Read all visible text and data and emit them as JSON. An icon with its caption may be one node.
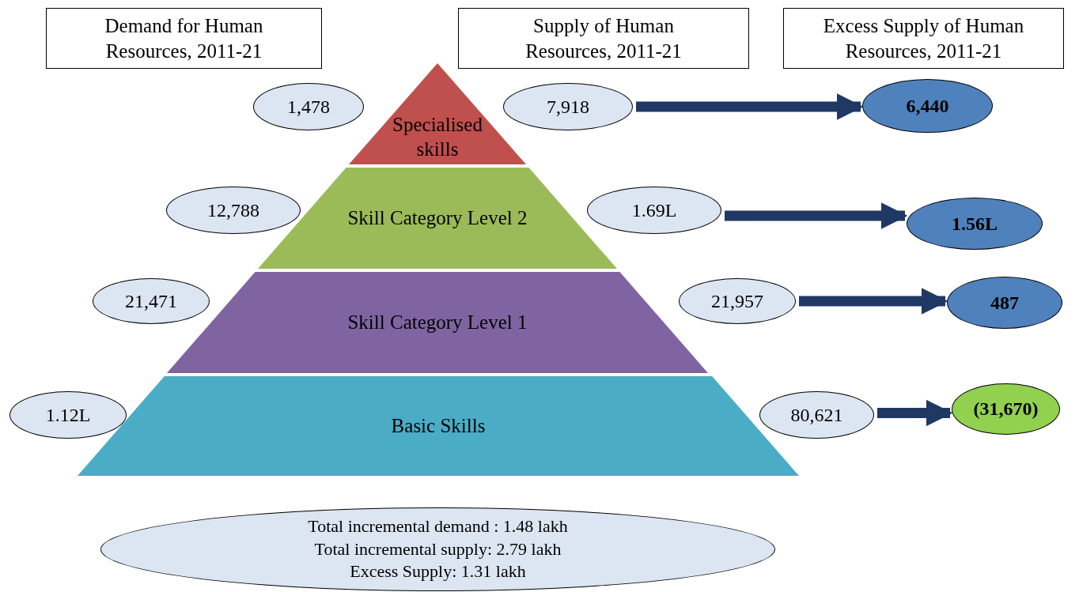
{
  "diagram": {
    "nodes": [
      {
        "text": [
          "Demand for Human Resources, 2011-21"
        ]
      },
      {
        "text": [
          "Supply of Human Resources, 2011-21"
        ]
      },
      {
        "text": [
          "Excess Supply of Human Resources, 2011-21"
        ]
      },
      {
        "text": [
          "1,478"
        ]
      },
      {
        "text": [
          "Specialised skills"
        ]
      },
      {
        "text": [
          "7,918"
        ]
      },
      {
        "text": [
          "6,440"
        ]
      },
      {
        "text": [
          "12,788"
        ]
      },
      {
        "text": [
          "Skill Category Level 2"
        ]
      },
      {
        "text": [
          "1.69L"
        ]
      },
      {
        "text": [
          "1.56L"
        ]
      },
      {
        "text": [
          "21,471"
        ]
      },
      {
        "text": [
          "Skill Category Level 1"
        ]
      },
      {
        "text": [
          "21,957"
        ]
      },
      {
        "text": [
          "487"
        ]
      },
      {
        "text": [
          "1.12L"
        ]
      },
      {
        "text": [
          "Basic Skills"
        ]
      },
      {
        "text": [
          "80,621"
        ]
      },
      {
        "text": [
          "(31,670)"
        ]
      },
      {
        "text": [
          "Total incremental demand : 1.48 lakh",
          "Total incremental supply: 2.79 lakh",
          "Excess Supply: 1.31 lakh"
        ]
      }
    ],
    "edges": [
      {
        "from": 5,
        "to": 6,
        "arrow": "to"
      },
      {
        "from": 9,
        "to": 10,
        "arrow": "to"
      },
      {
        "from": 13,
        "to": 14,
        "arrow": "to"
      },
      {
        "from": 17,
        "to": 18,
        "arrow": "to"
      }
    ]
  }
}
